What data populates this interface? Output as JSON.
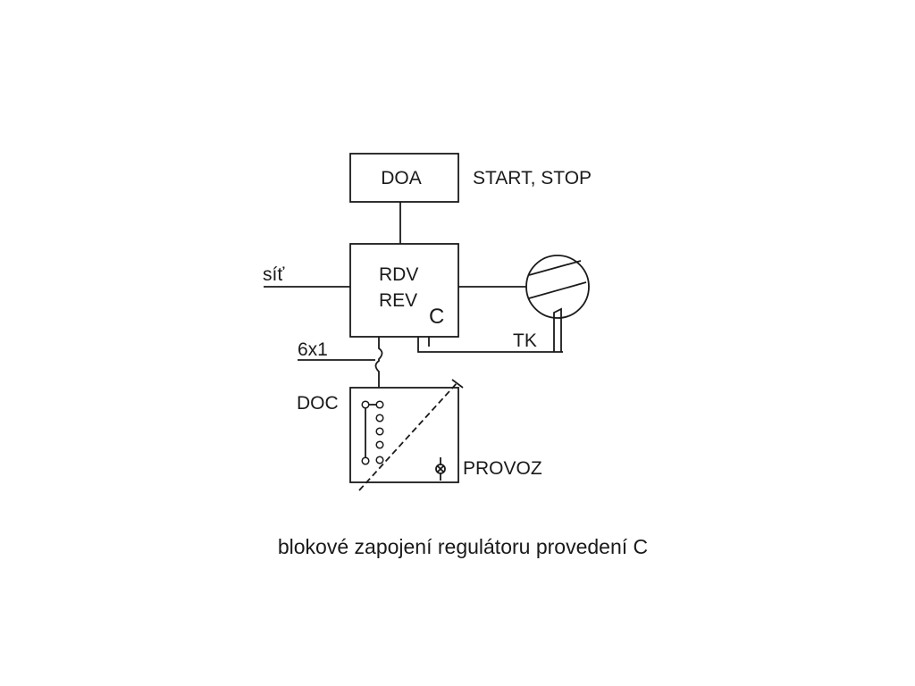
{
  "diagram": {
    "doa": {
      "label": "DOA",
      "note": "START, STOP"
    },
    "regulator": {
      "line1": "RDV",
      "line2": "REV",
      "variant": "C"
    },
    "mains_label": "síť",
    "cable_label": "6x1",
    "sensor_label": "TK",
    "doc": {
      "label": "DOC",
      "indicator_label": "PROVOZ"
    },
    "caption": "blokové zapojení regulátoru provedení C"
  }
}
